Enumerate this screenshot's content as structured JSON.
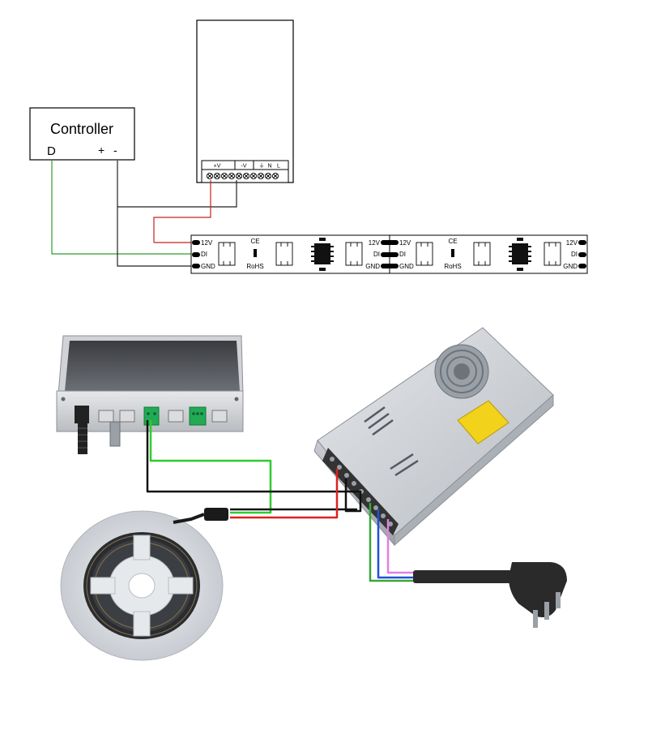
{
  "controller": {
    "title": "Controller",
    "pin_data": "D",
    "pin_plus": "+",
    "pin_minus": "-"
  },
  "power_supply": {
    "terminals": [
      "+V",
      "-V",
      "⏚",
      "N",
      "L"
    ]
  },
  "strip": {
    "left_labels": [
      "12V",
      "DI",
      "GND"
    ],
    "right_labels": [
      "12V",
      "DI",
      "GND"
    ],
    "cert_ce": "CE",
    "cert_rohs": "RoHS"
  },
  "colors": {
    "data_wire": "#2e9e2e",
    "positive_wire": "#d42020",
    "ground_wire": "#222222",
    "earth_wire": "#3aa63a",
    "neutral_wire": "#2050d8",
    "live_wire": "#e080e0",
    "power_psu_body": "#c9ccd1",
    "controller_body": "#5e6168",
    "terminal_green": "#22aa55",
    "reel": "#d9dde2",
    "plug": "#2a2a2a",
    "psu_label": "#f2d21a"
  }
}
